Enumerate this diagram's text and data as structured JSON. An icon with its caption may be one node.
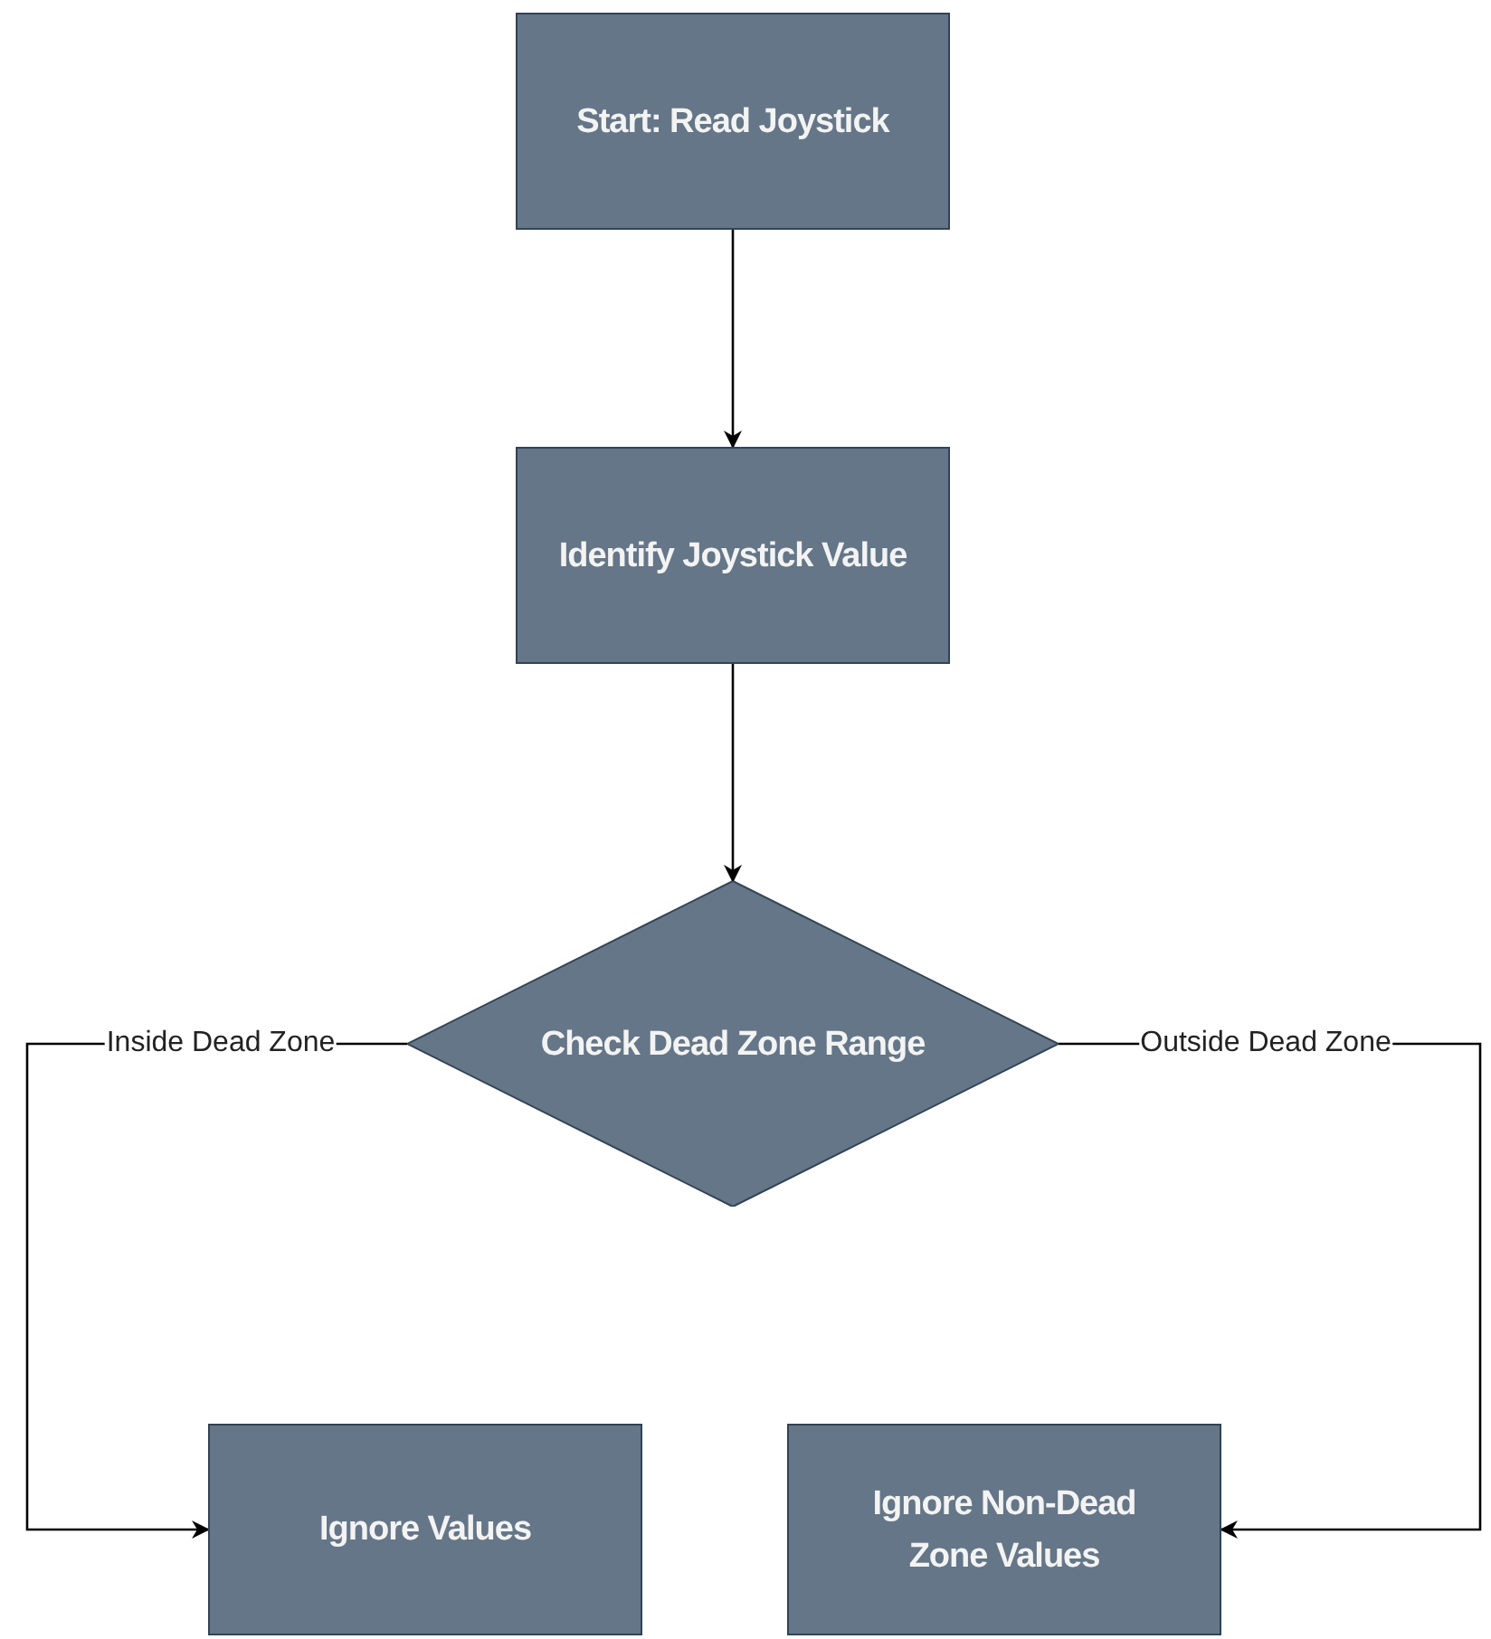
{
  "diagram": {
    "nodes": [
      {
        "text": [
          "Start: Read Joystick"
        ]
      },
      {
        "text": [
          "Identify Joystick Value"
        ]
      },
      {
        "text": [
          "Check Dead Zone Range"
        ]
      },
      {
        "text": [
          "Ignore Values"
        ]
      },
      {
        "text": [
          "Ignore Non-Dead Zone Values"
        ]
      }
    ],
    "edges": [
      {
        "from": 0,
        "to": 1,
        "arrow": "to"
      },
      {
        "from": 1,
        "to": 2,
        "arrow": "to"
      },
      {
        "from": 2,
        "to": 3,
        "arrow": "to",
        "label": "Inside Dead Zone"
      },
      {
        "from": 2,
        "to": 4,
        "arrow": "to",
        "label": "Outside Dead Zone"
      }
    ]
  }
}
